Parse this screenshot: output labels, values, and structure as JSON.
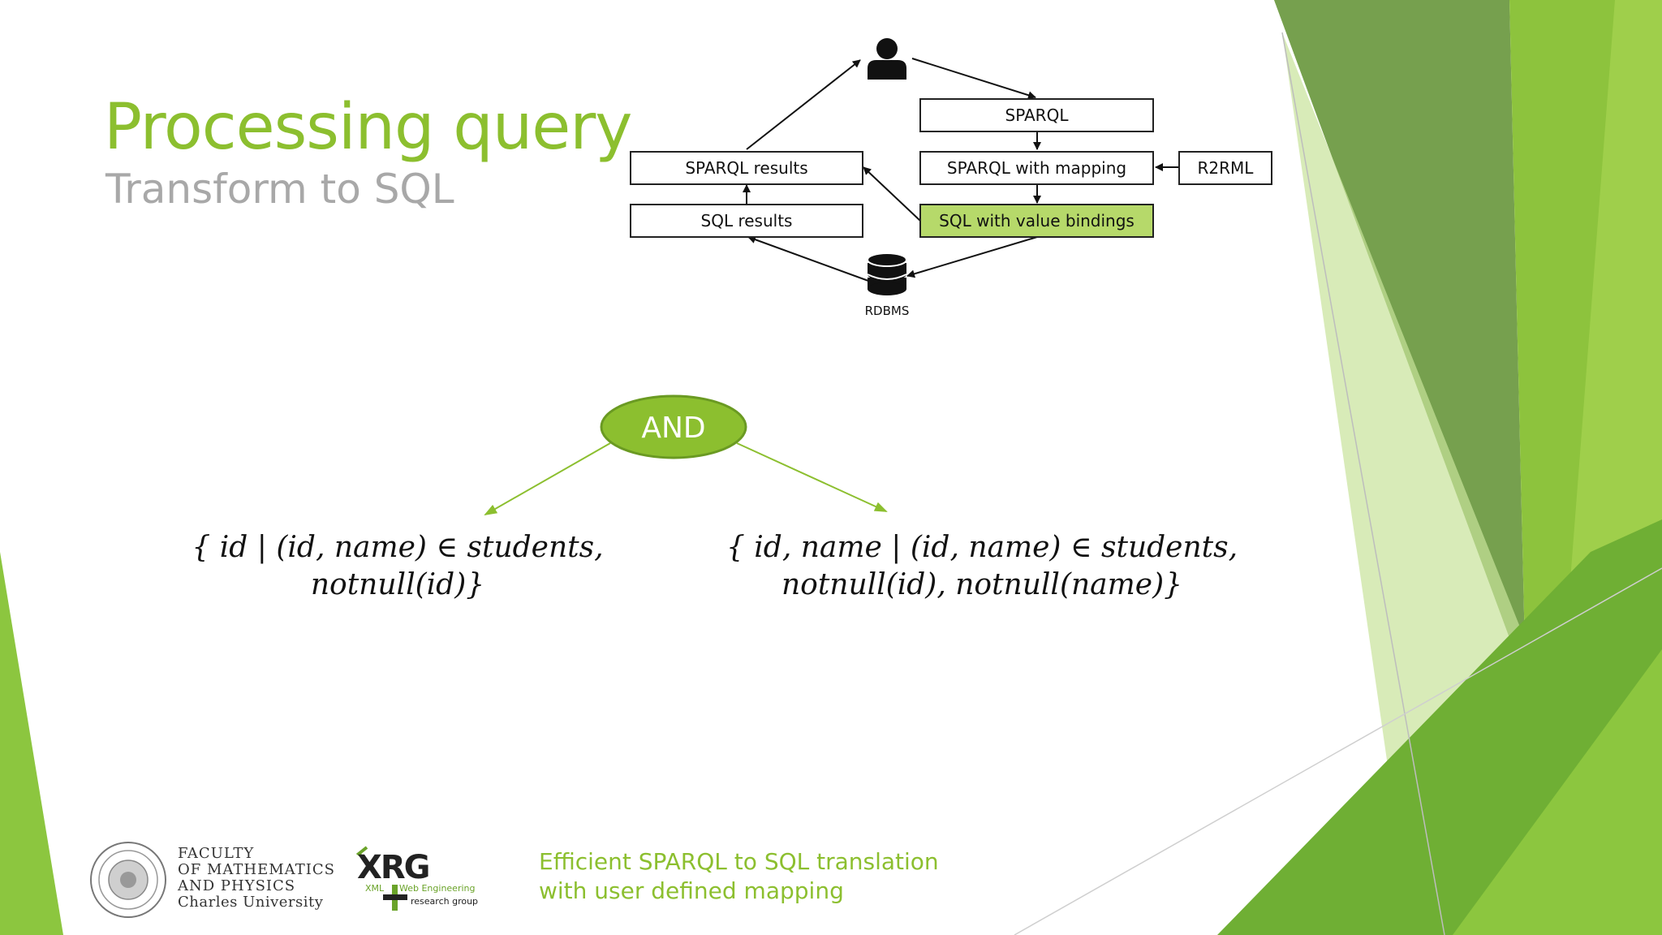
{
  "slide": {
    "title": "Processing query",
    "subtitle": "Transform to SQL"
  },
  "pipeline": {
    "sparql": "SPARQL",
    "sparql_with_mapping": "SPARQL with mapping",
    "r2rml": "R2RML",
    "sql_with_value_bindings": "SQL with value bindings",
    "sparql_results": "SPARQL results",
    "sql_results": "SQL results",
    "rdbms": "RDBMS",
    "user_icon": "user-icon",
    "database_icon": "database-icon",
    "highlight_color": "#b6d96a"
  },
  "tree": {
    "root": "AND",
    "left": {
      "line1": "{ id | (id, name) ∈ students,",
      "line2": "notnull(id)}"
    },
    "right": {
      "line1": "{ id, name | (id, name) ∈ students,",
      "line2": "notnull(id), notnull(name)}"
    }
  },
  "footer": {
    "faculty": [
      "FACULTY",
      "OF MATHEMATICS",
      "AND PHYSICS",
      "Charles University"
    ],
    "xrg_logo": "XRG",
    "xrg_xml": "XML",
    "xrg_line1": "Web Engineering",
    "xrg_line2": "research group",
    "caption_line1": "Efficient SPARQL to SQL translation",
    "caption_line2": "with user defined mapping"
  },
  "colors": {
    "accent": "#8cbf2f",
    "subtitle": "#a8a8a8"
  }
}
